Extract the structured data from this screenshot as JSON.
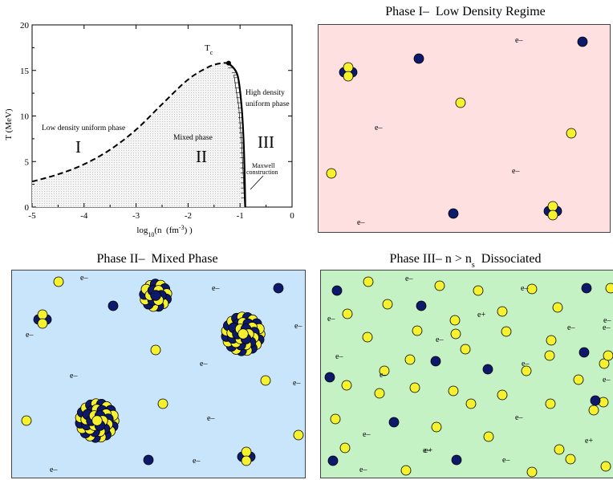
{
  "phase_diagram": {
    "ylabel": "T (MeV)",
    "xlabel_html": "log<tspan baseline-shift='sub' font-size='8'>10</tspan>(n&#160;&#160;(fm<tspan baseline-shift='super' font-size='8'>-3</tspan>) )",
    "xlabel": "log10(n (fm-3))",
    "critical_point_label": "Tc",
    "regions": {
      "I": {
        "roman": "I",
        "description": "Low density uniform phase"
      },
      "II": {
        "roman": "II",
        "description": "Mixed phase"
      },
      "III": {
        "roman": "III",
        "description_line1": "High density",
        "description_line2": "uniform phase"
      }
    },
    "maxwell_label_line1": "Maxwell",
    "maxwell_label_line2": "construction"
  },
  "chart_data": {
    "type": "line",
    "xlim": [
      -5,
      0
    ],
    "ylim": [
      0,
      20
    ],
    "x_ticks": [
      -5,
      -4,
      -3,
      -2,
      -1,
      0
    ],
    "y_ticks": [
      0,
      5,
      10,
      15,
      20
    ],
    "critical_point": {
      "x": -1.22,
      "y": 15.8
    },
    "spinodal_low_density": {
      "x": [
        -5,
        -4.5,
        -4,
        -3.5,
        -3,
        -2.5,
        -2,
        -1.6,
        -1.35,
        -1.22
      ],
      "y": [
        2.8,
        3.6,
        4.7,
        6.3,
        8.5,
        11.3,
        14.0,
        15.4,
        15.8,
        15.8
      ]
    },
    "boundary_high_density": {
      "x": [
        -1.22,
        -1.05,
        -0.97,
        -0.93,
        -0.91,
        -0.9
      ],
      "y": [
        15.8,
        14.5,
        11.0,
        7.0,
        3.0,
        0
      ]
    },
    "grid": false
  },
  "panels": [
    {
      "id": "phase-1",
      "title_html": "Phase I&#8211;&#160;&#160;Low Density Regime",
      "title": "Phase I– Low Density Regime",
      "bg": "#fde0df"
    },
    {
      "id": "phase-2",
      "title_html": "Phase II&#8211;&#160;&#160;Mixed Phase",
      "title": "Phase II– Mixed Phase",
      "bg": "#c9e5fb"
    },
    {
      "id": "phase-3",
      "title_html": "Phase III&#8211; n &gt; n<tspan baseline-shift='sub' font-size='10'>s</tspan>&#160;&#160;Dissociated",
      "title": "Phase III– n > ns Dissociated",
      "bg": "#c5f2c5"
    }
  ],
  "particle_labels": {
    "electron": "e–",
    "positron": "e+"
  },
  "colors": {
    "proton": "#f5f12f",
    "neutron": "#0d1a6b",
    "outline": "#000000"
  }
}
